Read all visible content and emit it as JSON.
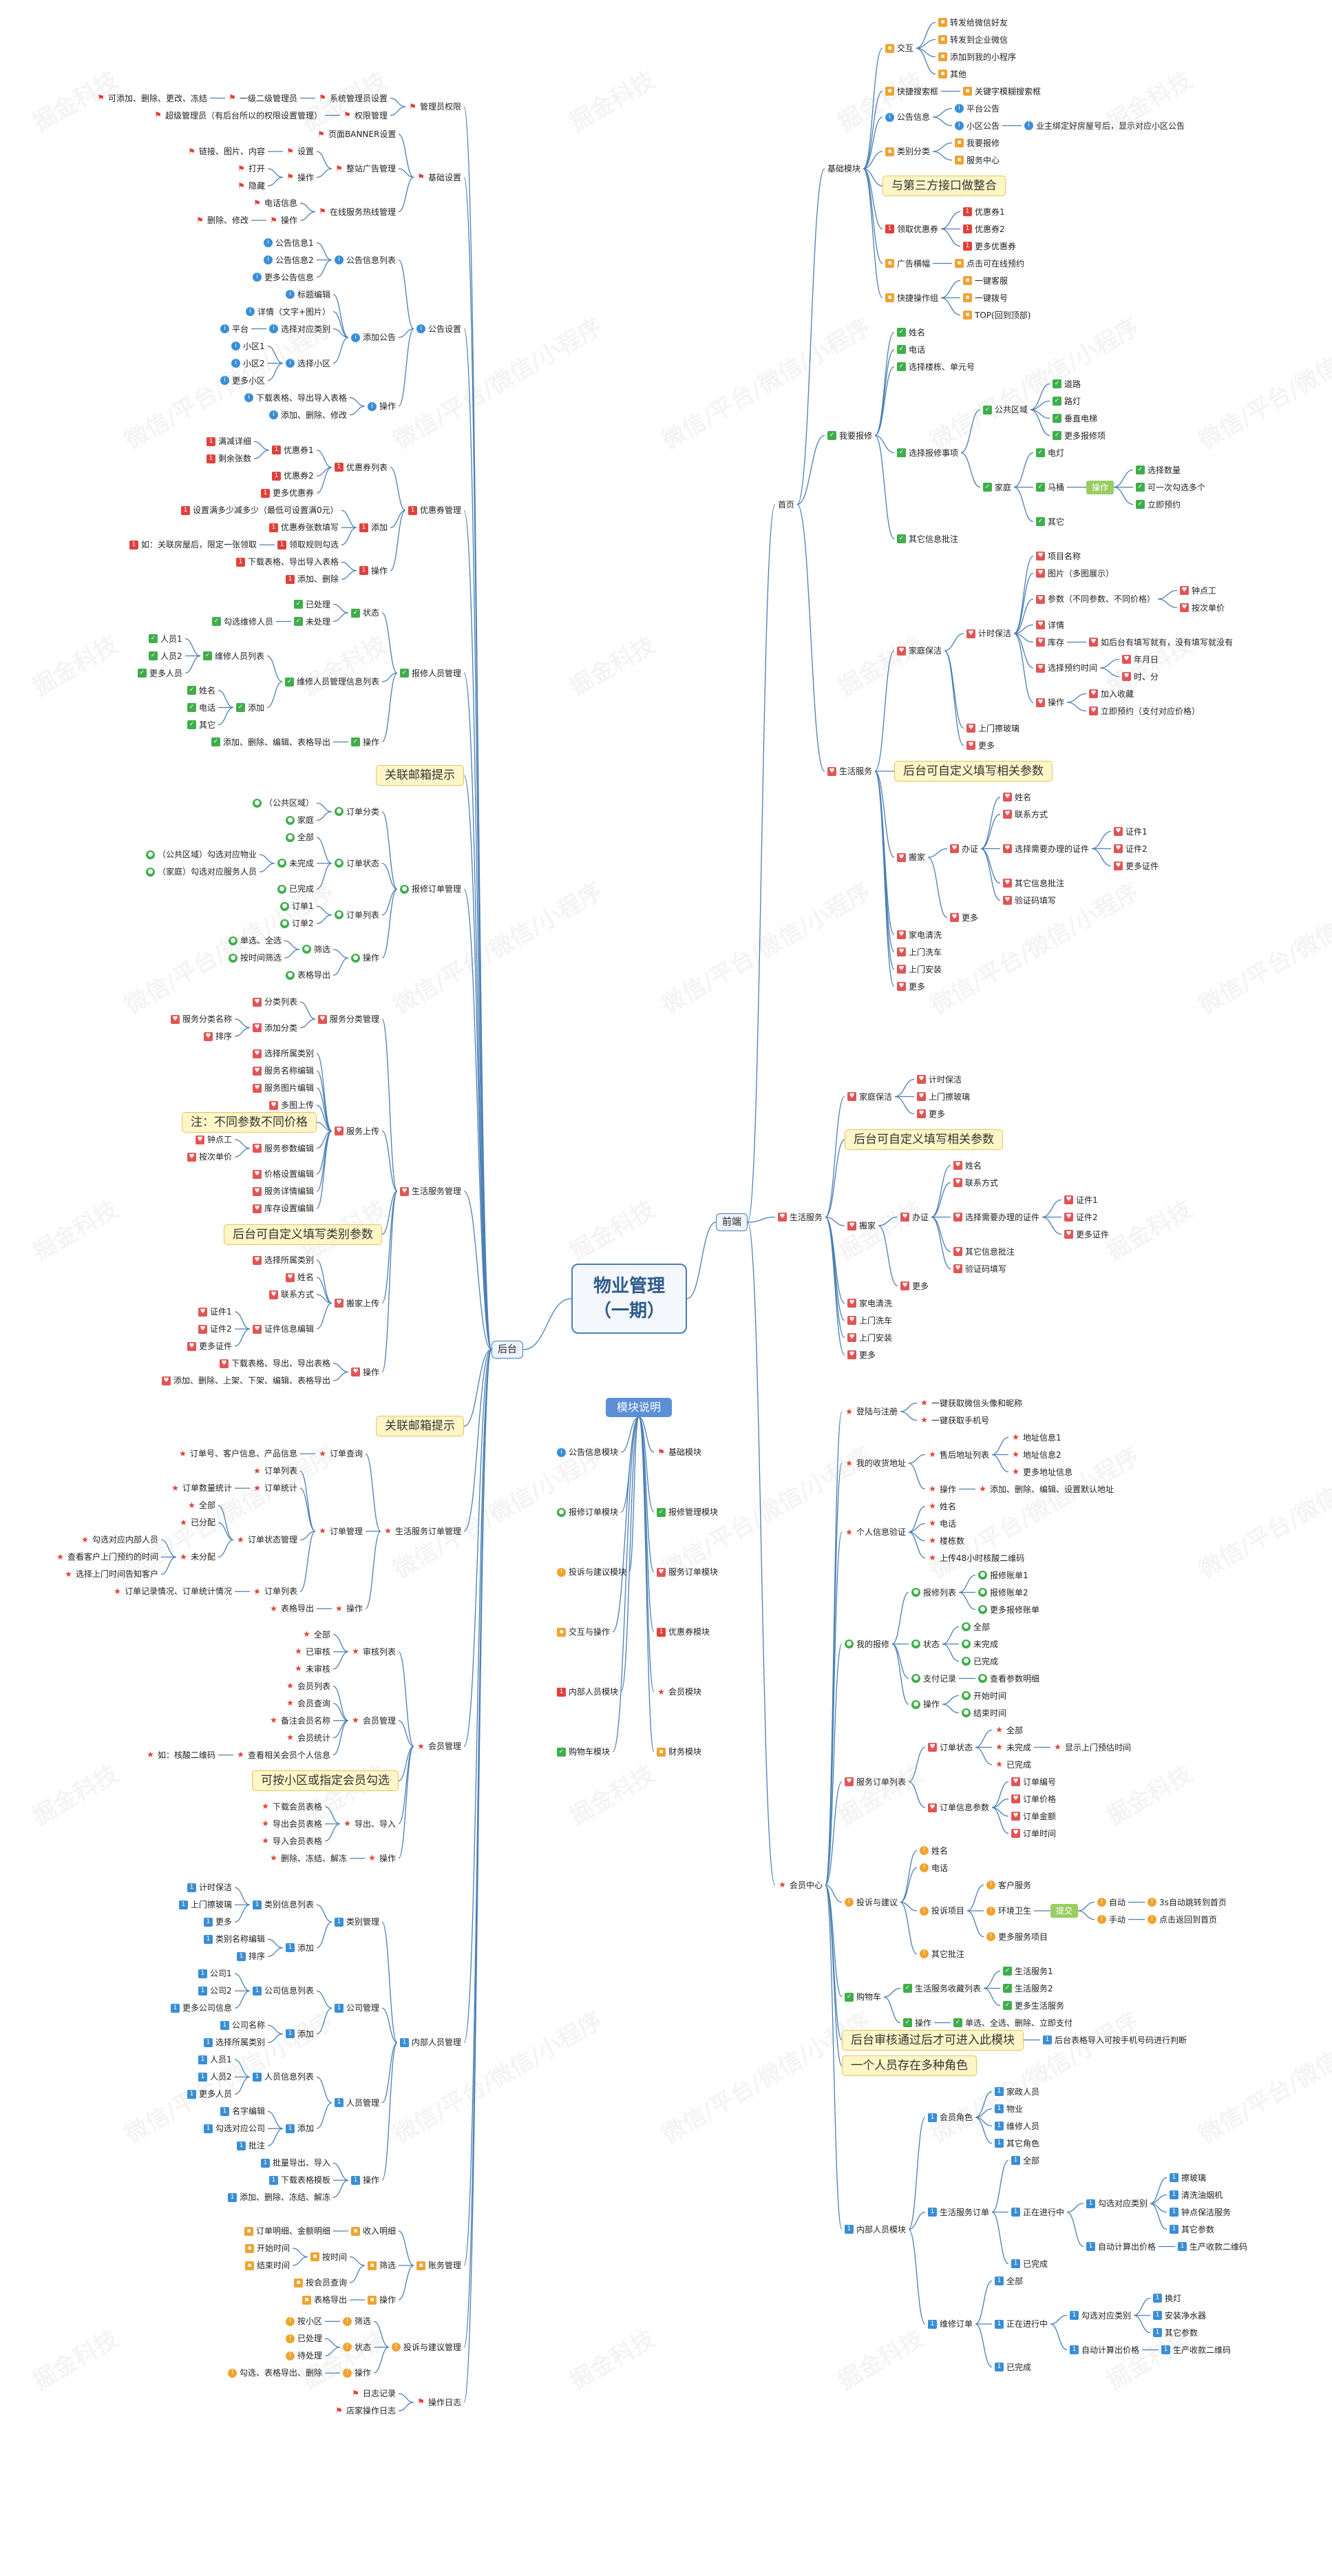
{
  "colors": {
    "wire": "#4a7fb5",
    "info": "#3a8ed6",
    "red": "#e0413a",
    "green": "#3fae4a",
    "orange": "#f0a330",
    "heart": "#e25555"
  },
  "watermark": {
    "line1": "微信/平台/微信/小程序",
    "line2": "掘金科技"
  },
  "root": {
    "title": "物业管理",
    "subtitle": "（一期）"
  },
  "legend": {
    "title": "模块说明",
    "items": [
      {
        "label": "公告信息模块",
        "icon": "info"
      },
      {
        "label": "基础模块",
        "icon": "flag"
      },
      {
        "label": "报修订单模块",
        "icon": "green"
      },
      {
        "label": "报修管理模块",
        "icon": "check"
      },
      {
        "label": "投诉与建议模块",
        "icon": "orange"
      },
      {
        "label": "服务订单模块",
        "icon": "heart"
      },
      {
        "label": "交互与操作",
        "icon": "box"
      },
      {
        "label": "优惠券模块",
        "icon": "num"
      },
      {
        "label": "内部人员模块",
        "icon": "num"
      },
      {
        "label": "会员模块",
        "icon": "star"
      },
      {
        "label": "购物车模块",
        "icon": "check"
      },
      {
        "label": "财务模块",
        "icon": "box"
      }
    ]
  },
  "front": {
    "label": "前端",
    "home": {
      "label": "首页",
      "base": {
        "label": "基础模块",
        "interaction": {
          "label": "交互",
          "items": [
            "转发给微信好友",
            "转发到企业微信",
            "添加到我的小程序",
            "其他"
          ]
        },
        "search": {
          "label": "快捷搜索框",
          "child": "关键字模糊搜索框"
        },
        "notice": {
          "label": "公告信息",
          "items": [
            "平台公告",
            "小区公告"
          ],
          "note": "业主绑定好房屋号后，显示对应小区公告"
        },
        "category": {
          "label": "类别分类",
          "items": [
            "我要报修",
            "服务中心"
          ]
        },
        "callout": "与第三方接口做整合",
        "coupon": {
          "label": "领取优惠券",
          "items": [
            "优惠券1",
            "优惠券2",
            "更多优惠券"
          ]
        },
        "ad": {
          "label": "广告横幅",
          "child": "点击可在线预约"
        },
        "quick": {
          "label": "快捷操作组",
          "items": [
            "一键客服",
            "一键拨号",
            "TOP(回到顶部)"
          ]
        }
      },
      "repair": {
        "label": "我要报修",
        "items": [
          "姓名",
          "电话",
          "选择楼栋、单元号"
        ],
        "matters": {
          "label": "选择报修事项",
          "public": {
            "label": "公共区域",
            "items": [
              "道路",
              "路灯",
              "垂直电梯",
              "更多报修项"
            ]
          },
          "home": {
            "label": "家庭",
            "items": [
              "电灯",
              "马桶",
              "其它"
            ]
          },
          "tag": "操作",
          "ops": [
            "选择数量",
            "可一次勾选多个",
            "立即预约"
          ]
        },
        "other": "其它信息批注"
      },
      "life": {
        "label": "生活服务",
        "clean": {
          "label": "家庭保洁",
          "timed": {
            "label": "计时保洁",
            "items": [
              "项目名称",
              "图片（多图展示）"
            ],
            "params": {
              "label": "参数（不同参数、不同价格）",
              "items": [
                "钟点工",
                "按次单价"
              ]
            },
            "details": "详情",
            "stock": {
              "label": "库存",
              "note": "如后台有填写就有，没有填写就没有"
            },
            "time": {
              "label": "选择预约时间",
              "items": [
                "年月日",
                "时、分"
              ]
            },
            "ops": {
              "label": "操作",
              "items": [
                "加入收藏",
                "立即预约（支付对应价格）"
              ]
            }
          },
          "glass": "上门擦玻璃",
          "more": "更多"
        },
        "callout": "后台可自定义填写相关参数",
        "move": {
          "label": "搬家",
          "form": {
            "label": "办证",
            "items": [
              "姓名",
              "联系方式"
            ],
            "cert": {
              "label": "选择需要办理的证件",
              "items": [
                "证件1",
                "证件2",
                "更多证件"
              ]
            },
            "other": "其它信息批注",
            "verify": "验证码填写"
          },
          "more": "更多"
        },
        "rest": [
          "家电清洗",
          "上门洗车",
          "上门安装",
          "更多"
        ]
      }
    },
    "life2": {
      "label": "生活服务",
      "clean": {
        "label": "家庭保洁",
        "items": [
          "计时保洁",
          "上门擦玻璃",
          "更多"
        ]
      },
      "callout": "后台可自定义填写相关参数",
      "move": {
        "label": "搬家",
        "form": {
          "label": "办证",
          "items": [
            "姓名",
            "联系方式"
          ],
          "cert": {
            "label": "选择需要办理的证件",
            "items": [
              "证件1",
              "证件2",
              "更多证件"
            ]
          },
          "other": "其它信息批注",
          "verify": "验证码填写"
        },
        "more": "更多"
      },
      "rest": [
        "家电清洗",
        "上门洗车",
        "上门安装",
        "更多"
      ]
    },
    "member": {
      "label": "会员中心",
      "login": {
        "label": "登陆与注册",
        "items": [
          "一键获取微信头像和昵称",
          "一键获取手机号"
        ]
      },
      "address": {
        "label": "我的收货地址",
        "list": {
          "label": "售后地址列表",
          "items": [
            "地址信息1",
            "地址信息2",
            "更多地址信息"
          ]
        },
        "ops": {
          "label": "操作",
          "child": "添加、删除、编辑、设置默认地址"
        }
      },
      "verify": {
        "label": "个人信息验证",
        "items": [
          "姓名",
          "电话",
          "楼栋数",
          "上传48小时核酸二维码"
        ]
      },
      "repairs": {
        "label": "我的报修",
        "list": {
          "label": "报修列表",
          "items": [
            "报修账单1",
            "报修账单2",
            "更多报修账单"
          ]
        },
        "status": {
          "label": "状态",
          "items": [
            "全部",
            "未完成",
            "已完成"
          ]
        },
        "pay": {
          "label": "支付记录",
          "items": [
            "查看参数明细"
          ]
        },
        "ops": {
          "label": "操作",
          "items": [
            "开始时间",
            "结束时间"
          ]
        }
      },
      "orders": {
        "label": "服务订单列表",
        "status": {
          "label": "订单状态",
          "items": [
            "全部",
            "未完成",
            "已完成"
          ],
          "note": "显示上门预估时间"
        },
        "info": {
          "label": "订单信息参数",
          "items": [
            "订单编号",
            "订单价格",
            "订单金额",
            "订单时间"
          ]
        }
      },
      "complaint": {
        "label": "投诉与建议",
        "items": [
          "姓名",
          "电话"
        ],
        "project": {
          "label": "投诉项目",
          "items": [
            "客户服务",
            "环境卫生",
            "更多服务项目"
          ]
        },
        "other": "其它批注",
        "tag": "提交",
        "auto": {
          "label": "自动",
          "note": "3s自动跳转到首页"
        },
        "manual": {
          "label": "手动",
          "note": "点击返回到首页"
        }
      },
      "cart": {
        "label": "购物车",
        "list": {
          "label": "生活服务收藏列表",
          "items": [
            "生活服务1",
            "生活服务2",
            "更多生活服务"
          ]
        },
        "ops": {
          "label": "操作",
          "child": "单选、全选、删除、立即支付"
        }
      },
      "callout1": "后台审核通过后才可进入此模块",
      "callout1note": "后台表格导入可按手机号码进行判断",
      "callout2": "一个人员存在多种角色",
      "staff": {
        "label": "内部人员模块",
        "roles": {
          "label": "会员角色",
          "items": [
            "家政人员",
            "物业",
            "维修人员",
            "其它角色"
          ]
        },
        "service": {
          "label": "生活服务订单",
          "all": "全部",
          "doing": {
            "label": "正在进行中",
            "select": {
              "label": "勾选对应类别",
              "items": [
                "擦玻璃",
                "清洗油烟机",
                "钟点保洁服务",
                "其它参数"
              ]
            },
            "calc": {
              "label": "自动计算出价格",
              "child": "生产收款二维码"
            }
          },
          "done": "已完成"
        },
        "maint": {
          "label": "维修订单",
          "all": "全部",
          "doing": {
            "label": "正在进行中",
            "select": {
              "label": "勾选对应类别",
              "items": [
                "换灯",
                "安装净水器",
                "其它参数"
              ]
            },
            "calc": {
              "label": "自动计算出价格",
              "child": "生产收款二维码"
            }
          },
          "done": "已完成"
        }
      }
    }
  },
  "back": {
    "label": "后台",
    "perm": {
      "label": "管理员权限",
      "items": [
        {
          "label": "系统管理员设置",
          "child": "一级二级管理员",
          "child2": "可添加、删除、更改、冻结"
        },
        {
          "label": "权限管理",
          "child": "超级管理员（有后台所以的权限设置管理）"
        }
      ]
    },
    "base": {
      "label": "基础设置",
      "banner": "页面BANNER设置",
      "ad": {
        "label": "整站广告管理",
        "set": "设置",
        "set_child": "链接、图片、内容",
        "op": "操作",
        "op_items": [
          "打开",
          "隐藏"
        ]
      },
      "phone": {
        "label": "在线服务热线管理",
        "info": "电话信息",
        "op": "操作",
        "op_child": "删除、修改"
      }
    },
    "notice": {
      "label": "公告设置",
      "list": {
        "label": "公告信息列表",
        "items": [
          "公告信息1",
          "公告信息2",
          "更多公告信息"
        ]
      },
      "add": {
        "label": "添加公告",
        "items": [
          "标题编辑",
          "详情（文字+图片）"
        ],
        "cat": {
          "label": "选择对应类别",
          "items": [
            "平台"
          ]
        },
        "area": {
          "label": "选择小区",
          "items": [
            "小区1",
            "小区2",
            "更多小区"
          ]
        }
      },
      "ops": {
        "label": "操作",
        "items": [
          "下载表格、导出导入表格",
          "添加、删除、修改"
        ]
      }
    },
    "coupon": {
      "label": "优惠券管理",
      "list": {
        "label": "优惠券列表",
        "items": [
          "优惠券1",
          "优惠券2",
          "更多优惠券"
        ],
        "c1": [
          "满减详细",
          "剩余张数"
        ]
      },
      "add": {
        "label": "添加",
        "items": [
          "设置满多少减多少（最低可设置满0元）",
          "优惠券张数填写",
          "领取规则勾选"
        ],
        "note": "如：关联房屋后，限定一张领取"
      },
      "ops": {
        "label": "操作",
        "items": [
          "下载表格、导出导入表格",
          "添加、删除"
        ]
      }
    },
    "staffrepair": {
      "label": "报修人员管理",
      "status": {
        "label": "状态",
        "items": [
          "已处理",
          "未处理"
        ],
        "note": "勾选维修人员"
      },
      "info": {
        "label": "维修人员管理信息列表",
        "list": {
          "label": "维修人员列表",
          "items": [
            "人员1",
            "人员2",
            "更多人员"
          ]
        },
        "add": {
          "label": "添加",
          "items": [
            "姓名",
            "电话",
            "其它"
          ]
        }
      },
      "ops": {
        "label": "操作",
        "child": "添加、删除、编辑、表格导出"
      }
    },
    "callout_mail": "关联邮箱提示",
    "repairorder": {
      "label": "报修订单管理",
      "cat": {
        "label": "订单分类",
        "items": [
          "（公共区域）",
          "家庭"
        ]
      },
      "status": {
        "label": "订单状态",
        "items": [
          "全部",
          "未完成",
          "已完成"
        ],
        "sub": [
          "（公共区域）勾选对应物业",
          "（家庭）勾选对应服务人员"
        ]
      },
      "list": {
        "label": "订单列表",
        "items": [
          "订单1",
          "订单2"
        ]
      },
      "ops": {
        "label": "操作",
        "filter": "筛选",
        "filter_items": [
          "单选、全选",
          "按时间筛选"
        ],
        "export": "表格导出"
      }
    },
    "lifeservice": {
      "label": "生活服务管理",
      "cat": {
        "label": "服务分类管理",
        "list": "分类列表",
        "add": "添加分类",
        "add_items": [
          "服务分类名称",
          "排序"
        ]
      },
      "upload": {
        "label": "服务上传",
        "items": [
          "选择所属类别",
          "服务名称编辑",
          "服务图片编辑",
          "多图上传"
        ],
        "params": {
          "label": "服务参数编辑",
          "items": [
            "钟点工",
            "按次单价"
          ]
        },
        "more": [
          "价格设置编辑",
          "服务详情编辑",
          "库存设置编辑"
        ]
      },
      "callout1": "注：不同参数不同价格",
      "callout2": "后台可自定义填写类别参数",
      "move": {
        "label": "搬家上传",
        "items": [
          "选择所属类别",
          "姓名",
          "联系方式"
        ],
        "cert": {
          "label": "证件信息编辑",
          "items": [
            "证件1",
            "证件2",
            "更多证件"
          ]
        }
      },
      "ops": {
        "label": "操作",
        "items": [
          "下载表格、导出、导出表格",
          "添加、删除、上架、下架、编辑、表格导出"
        ]
      }
    },
    "callout_mail2": "关联邮箱提示",
    "lifeorder": {
      "label": "生活服务订单管理",
      "query": {
        "label": "订单查询",
        "child": "订单号、客户信息、产品信息"
      },
      "manage": {
        "label": "订单管理",
        "list": "订单列表",
        "stats": {
          "label": "订单统计",
          "child": "订单数量统计"
        },
        "status": {
          "label": "订单状态管理",
          "items": [
            "全部",
            "已分配"
          ],
          "unassigned": "未分配",
          "un_items": [
            "勾选对应内部人员",
            "查看客户上门预约的时间",
            "选择上门时间告知客户"
          ]
        },
        "record": {
          "label": "订单列表",
          "child": "订单记录情况、订单统计情况"
        }
      },
      "ops": {
        "label": "操作",
        "child": "表格导出"
      }
    },
    "member": {
      "label": "会员管理",
      "audit": {
        "label": "审核列表",
        "items": [
          "全部",
          "已审核",
          "未审核"
        ]
      },
      "manage": {
        "label": "会员管理",
        "items": [
          "会员列表",
          "会员查询",
          "备注会员名称",
          "会员统计"
        ],
        "view": "查看相关会员个人信息",
        "view_note": "如：核酸二维码"
      },
      "callout": "可按小区或指定会员勾选",
      "io": {
        "label": "导出、导入",
        "items": [
          "下载会员表格",
          "导出会员表格",
          "导入会员表格"
        ]
      },
      "ops": {
        "label": "操作",
        "child": "删除、冻结、解冻"
      }
    },
    "staff": {
      "label": "内部人员管理",
      "cat": {
        "label": "类别管理",
        "list": {
          "label": "类别信息列表",
          "items": [
            "计时保洁",
            "上门擦玻璃",
            "更多"
          ]
        },
        "add": {
          "label": "添加",
          "items": [
            "类别名称编辑",
            "排序"
          ]
        }
      },
      "company": {
        "label": "公司管理",
        "list": {
          "label": "公司信息列表",
          "items": [
            "公司1",
            "公司2",
            "更多公司信息"
          ]
        },
        "add": {
          "label": "添加",
          "items": [
            "公司名称",
            "选择所属类别"
          ]
        }
      },
      "people": {
        "label": "人员管理",
        "list": {
          "label": "人员信息列表",
          "items": [
            "人员1",
            "人员2",
            "更多人员"
          ]
        },
        "add": {
          "label": "添加",
          "items": [
            "名字编辑",
            "勾选对应公司",
            "批注"
          ]
        }
      },
      "ops": {
        "label": "操作",
        "items": [
          "批量导出、导入",
          "下载表格模板",
          "添加、删除、冻结、解冻"
        ]
      }
    },
    "finance": {
      "label": "账务管理",
      "details": {
        "label": "收入明细",
        "child": "订单明细、金额明细"
      },
      "filter": {
        "label": "筛选",
        "time": {
          "label": "按时间",
          "items": [
            "开始时间",
            "结束时间"
          ]
        },
        "query": "按会员查询"
      },
      "ops": {
        "label": "操作",
        "child": "表格导出"
      }
    },
    "complaint": {
      "label": "投诉与建议管理",
      "filter": {
        "label": "筛选",
        "child": "按小区"
      },
      "status": {
        "label": "状态",
        "items": [
          "已处理",
          "待处理"
        ]
      },
      "ops": {
        "label": "操作",
        "child": "勾选、表格导出、删除"
      }
    },
    "log": {
      "label": "操作日志",
      "items": [
        "日志记录",
        "店家操作日志"
      ]
    }
  }
}
